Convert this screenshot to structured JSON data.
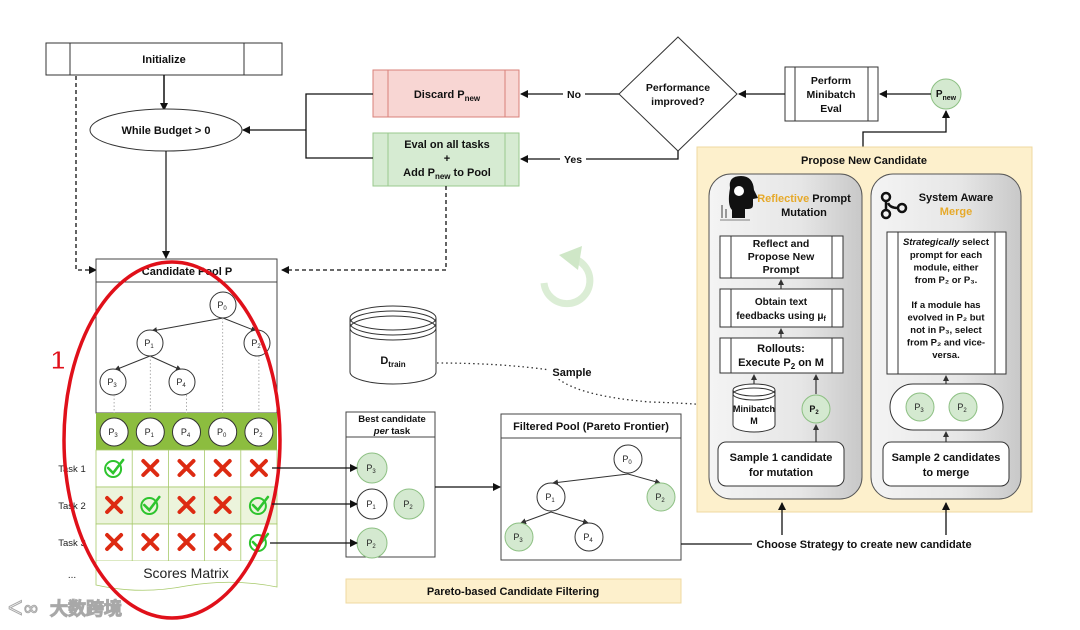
{
  "flow": {
    "initialize": "Initialize",
    "while_budget": "While Budget > 0",
    "discard": {
      "main": "Discard P",
      "sub": "new"
    },
    "eval_all": {
      "line1": "Eval on all tasks",
      "line2": "+",
      "line3_pre": "Add P",
      "line3_sub": "new",
      "line3_post": " to Pool"
    },
    "decision": {
      "line1": "Performance",
      "line2": "improved?"
    },
    "no_label": "No",
    "yes_label": "Yes",
    "minibatch_eval": {
      "line1": "Perform",
      "line2": "Minibatch",
      "line3": "Eval"
    },
    "p_new": {
      "main": "P",
      "sub": "new"
    }
  },
  "candidate_pool": {
    "title": "Candidate Pool P",
    "tree_nodes": [
      {
        "id": "P",
        "sub": "0"
      },
      {
        "id": "P",
        "sub": "1"
      },
      {
        "id": "P",
        "sub": "2"
      },
      {
        "id": "P",
        "sub": "3"
      },
      {
        "id": "P",
        "sub": "4"
      }
    ],
    "matrix_columns": [
      {
        "id": "P",
        "sub": "3"
      },
      {
        "id": "P",
        "sub": "1"
      },
      {
        "id": "P",
        "sub": "4"
      },
      {
        "id": "P",
        "sub": "0"
      },
      {
        "id": "P",
        "sub": "2"
      }
    ],
    "tasks": [
      "Task 1",
      "Task 2",
      "Task 3"
    ],
    "ellipsis": "...",
    "scores": [
      [
        "check",
        "cross",
        "cross",
        "cross",
        "cross"
      ],
      [
        "cross",
        "check",
        "cross",
        "cross",
        "check"
      ],
      [
        "cross",
        "cross",
        "cross",
        "cross",
        "check"
      ]
    ],
    "matrix_label": "Scores Matrix"
  },
  "annotation": {
    "number": "1",
    "color": "#e0101a"
  },
  "dataset": {
    "main": "D",
    "sub": "train"
  },
  "sample_label": "Sample",
  "best_candidate": {
    "title_line1": "Best candidate",
    "title_italic": "per",
    "title_rest": " task",
    "rows": [
      [
        {
          "id": "P",
          "sub": "3",
          "highlight": true
        }
      ],
      [
        {
          "id": "P",
          "sub": "1",
          "highlight": false
        },
        {
          "id": "P",
          "sub": "2",
          "highlight": true
        }
      ],
      [
        {
          "id": "P",
          "sub": "2",
          "highlight": true
        }
      ]
    ]
  },
  "filtered_pool": {
    "title": "Filtered Pool (Pareto Frontier)",
    "nodes": [
      {
        "id": "P",
        "sub": "0",
        "highlight": false
      },
      {
        "id": "P",
        "sub": "1",
        "highlight": false
      },
      {
        "id": "P",
        "sub": "2",
        "highlight": true
      },
      {
        "id": "P",
        "sub": "3",
        "highlight": true
      },
      {
        "id": "P",
        "sub": "4",
        "highlight": false
      }
    ]
  },
  "pareto_label": "Pareto-based Candidate Filtering",
  "propose": {
    "title": "Propose New Candidate",
    "reflective": {
      "title_accent": "Reflective",
      "title_rest": " Prompt",
      "title_line2": "Mutation",
      "step_reflect": [
        "Reflect and",
        "Propose New",
        "Prompt"
      ],
      "step_feedback": {
        "line1": "Obtain text",
        "line2_pre": "feedbacks using μ",
        "line2_sub": "f"
      },
      "step_rollouts": {
        "line1": "Rollouts:",
        "line2_pre": "Execute P",
        "line2_sub": "2",
        "line2_post": " on M"
      },
      "minibatch": [
        "Minibatch",
        "M"
      ],
      "candidate": {
        "id": "P",
        "sub": "2"
      },
      "sample": [
        "Sample 1 candidate",
        "for mutation"
      ]
    },
    "merge": {
      "title_line1": "System Aware",
      "title_accent": "Merge",
      "text_italic": "Strategically",
      "text_lines": [
        " select",
        "prompt for each",
        "module, either",
        "from P₂ or P₃.",
        "",
        "If a module has",
        "evolved in P₂ but",
        "not in P₃, select",
        "from P₂ and vice-",
        "versa."
      ],
      "candidates": [
        {
          "id": "P",
          "sub": "3"
        },
        {
          "id": "P",
          "sub": "2"
        }
      ],
      "sample": [
        "Sample 2 candidates",
        "to merge"
      ]
    }
  },
  "choose_strategy": "Choose Strategy to create new candidate",
  "watermark": "大数跨境",
  "colors": {
    "discard_fill": "#f8d6d3",
    "discard_stroke": "#d9807a",
    "eval_fill": "#d6ebd2",
    "eval_stroke": "#9ac98e",
    "node_green": "#d4e9d0",
    "node_green_stroke": "#8dc083",
    "matrix_header": "#8cbd3f",
    "propose_fill": "#fdf0cc",
    "propose_stroke": "#efd9a0",
    "accent_orange": "#e6a92a",
    "check": "#2ec42e",
    "cross": "#dd2a12",
    "red_ellipse": "#e0101a"
  }
}
